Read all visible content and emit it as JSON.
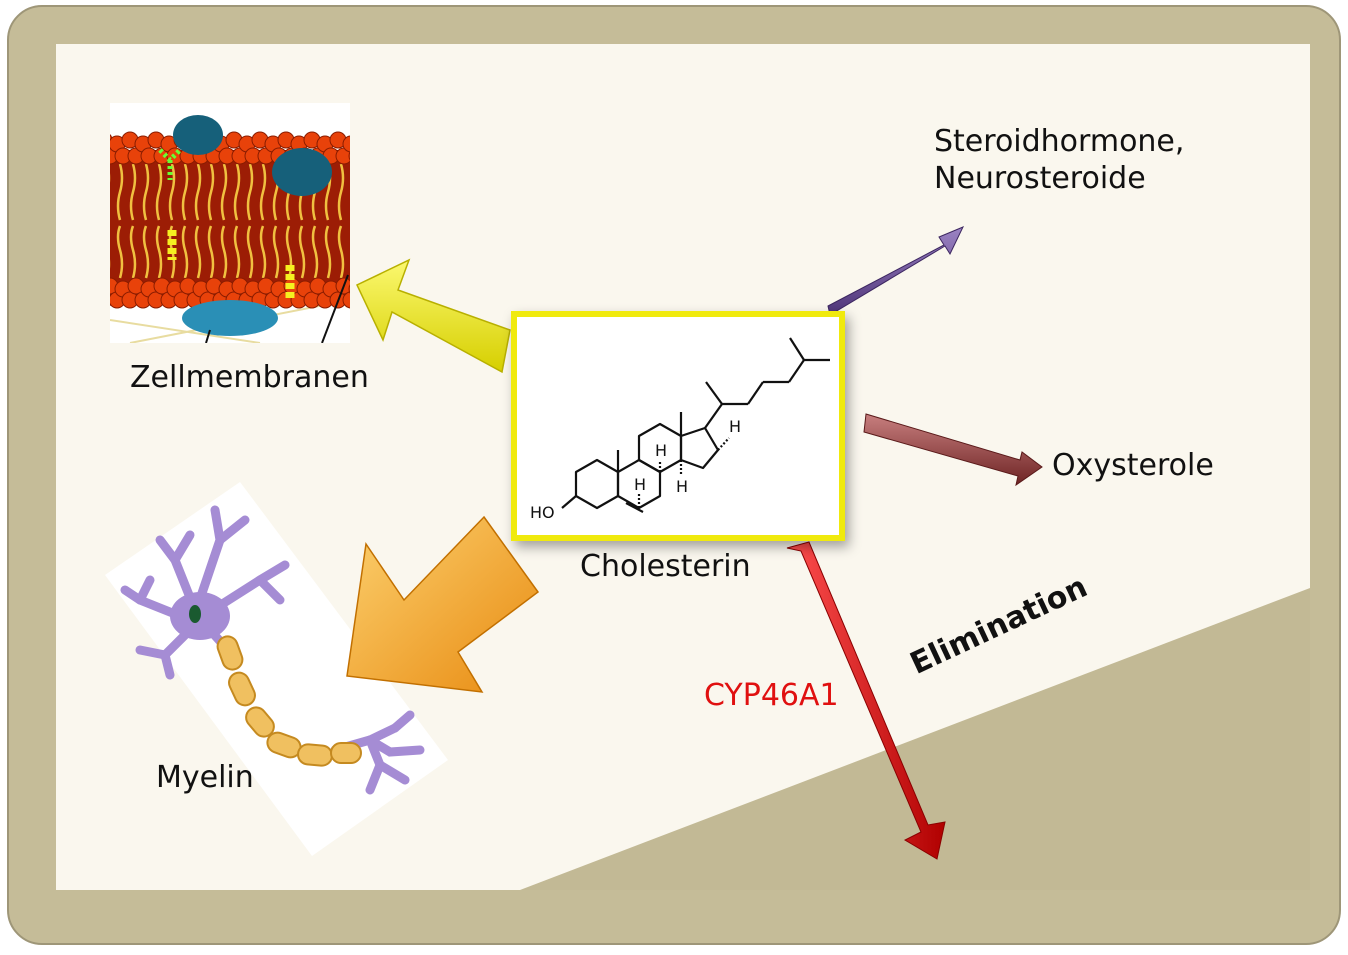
{
  "colors": {
    "frame": "#c5bc98",
    "canvas": "#faf7ee",
    "ground": "#c2b995",
    "arrow_membrane": "#f0ea10",
    "arrow_myelin": "#f5a020",
    "arrow_steroid": "#6a4a90",
    "arrow_oxysterol": "#8a3a3a",
    "arrow_elimination": "#e01010",
    "box_border": "#f0ea10"
  },
  "center": {
    "label": "Cholesterin"
  },
  "molecule": {
    "hydroxyl": "HO",
    "hydrogen": "H"
  },
  "targets": {
    "membrane": "Zellmembranen",
    "myelin": "Myelin",
    "steroid_line1": "Steroidhormone,",
    "steroid_line2": "Neurosteroide",
    "oxysterol": "Oxysterole"
  },
  "elimination": {
    "enzyme": "CYP46A1",
    "label": "Elimination"
  },
  "icons": {
    "membrane": "lipid-bilayer-illustration",
    "neuron": "myelinated-neuron-illustration"
  }
}
